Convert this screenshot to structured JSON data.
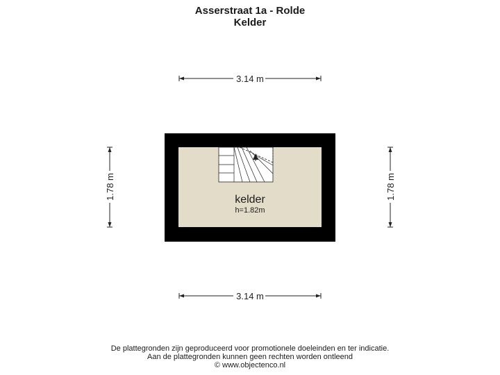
{
  "header": {
    "address": "Asserstraat 1a - Rolde",
    "floor": "Kelder"
  },
  "dimensions": {
    "width_top": "3.14 m",
    "width_bottom": "3.14 m",
    "height_left": "1.78 m",
    "height_right": "1.78 m"
  },
  "room": {
    "name": "kelder",
    "height": "h=1.82m"
  },
  "footer": {
    "line1": "De plattegronden zijn geproduceerd voor promotionele doeleinden en ter indicatie.",
    "line2": "Aan de plattegronden kunnen geen rechten worden ontleend",
    "line3": "© www.objectenco.nl"
  },
  "colors": {
    "wall": "#000000",
    "floor": "#e3dcc8",
    "stair_fill": "#ffffff",
    "lines": "#222222"
  }
}
